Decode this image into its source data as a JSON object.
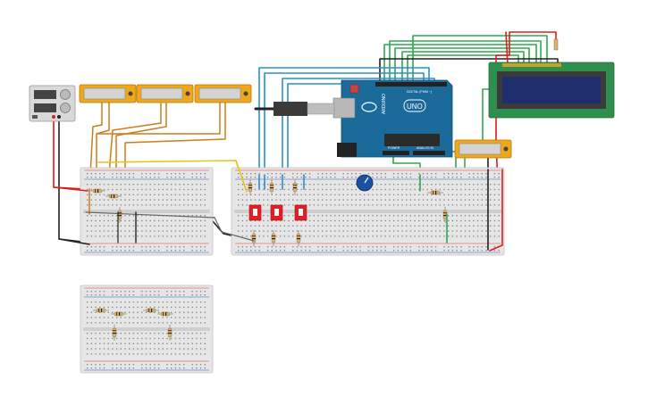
{
  "arduino": {
    "brand": "ARDUINO",
    "model": "UNO",
    "power_label": "POWER",
    "analog_label": "ANALOG IN",
    "digital_label": "DIGITAL (PWM ~)"
  },
  "colors": {
    "background": "#ffffff",
    "breadboard": "#e6e6e6",
    "breadboard_dark": "#cfcfcf",
    "hole": "#8a8a8a",
    "rail_red": "#e23b3b",
    "rail_blue": "#3b5bd6",
    "arduino_blue": "#1a6a9a",
    "lcd_green": "#2f8f4e",
    "lcd_screen": "#1f2f6e",
    "meter_yellow": "#f0a81a",
    "switch_red": "#e81c24",
    "wire_green": "#2fa84f",
    "wire_black": "#222222",
    "wire_red": "#e01b1b",
    "wire_blue": "#2a8fd0",
    "wire_orange": "#d07a1a",
    "wire_yellow": "#e8c51a",
    "wire_gray": "#777777"
  }
}
